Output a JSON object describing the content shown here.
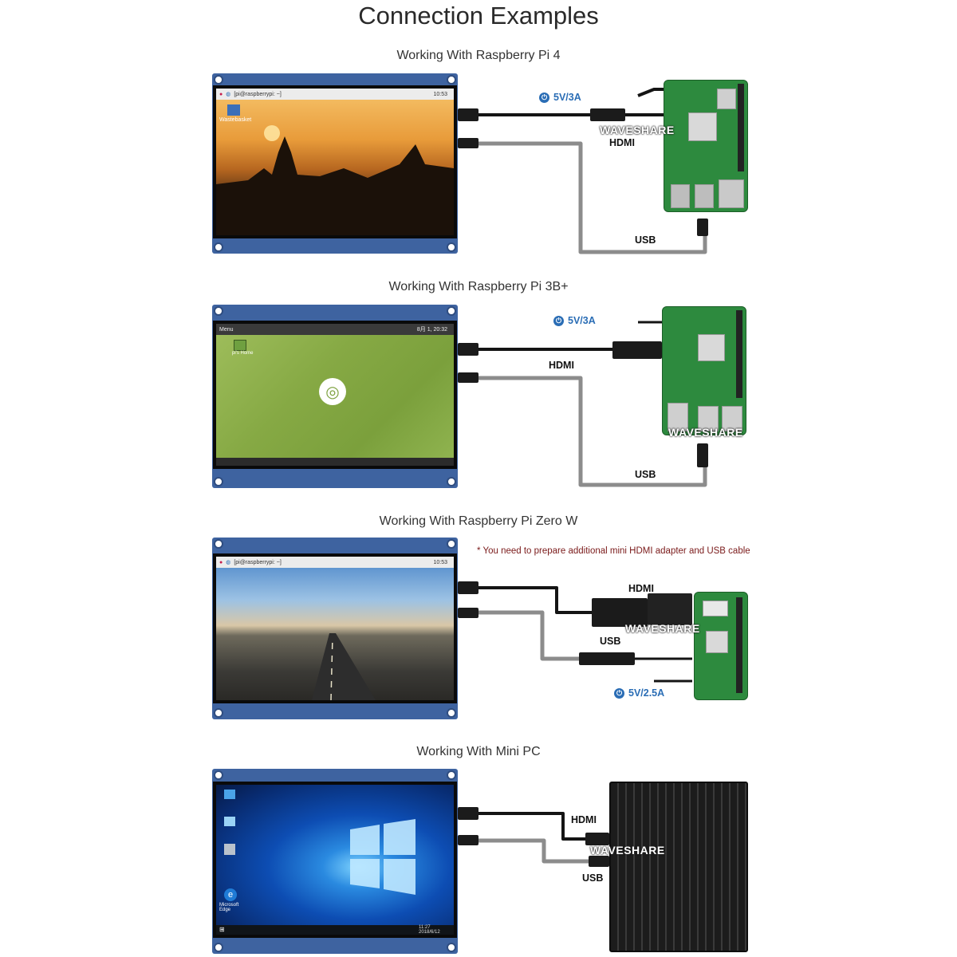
{
  "title": "Connection Examples",
  "watermark": "WAVESHARE",
  "sections": [
    {
      "title": "Working With Raspberry Pi 4",
      "power": "5V/3A",
      "hdmi": "HDMI",
      "usb": "USB",
      "topbar_path": "[pi@raspberrypi: ~]",
      "clock": "10:53",
      "desktop_icon": "Wastebasket"
    },
    {
      "title": "Working With Raspberry Pi 3B+",
      "power": "5V/3A",
      "hdmi": "HDMI",
      "usb": "USB",
      "menu": "Menu",
      "clock": "8月 1, 20:32",
      "desktop_icon": "pi's Home"
    },
    {
      "title": "Working With Raspberry Pi Zero W",
      "note": "* You need to prepare additional mini HDMI adapter and USB cable",
      "hdmi": "HDMI",
      "usb": "USB",
      "power": "5V/2.5A",
      "topbar_path": "[pi@raspberrypi: ~]",
      "clock": "10:53"
    },
    {
      "title": "Working With Mini PC",
      "hdmi": "HDMI",
      "usb": "USB",
      "desktop_icon": "Microsoft Edge",
      "taskbar_time": "11:27",
      "taskbar_date": "2018/6/12"
    }
  ]
}
